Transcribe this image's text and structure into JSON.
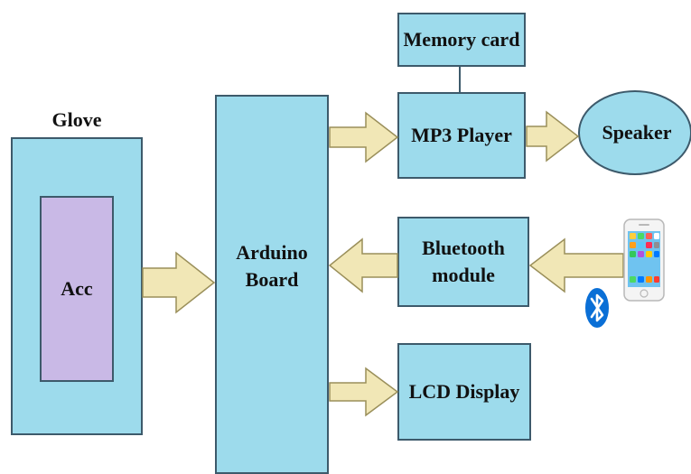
{
  "diagram": {
    "glove_label": "Glove",
    "acc_label": "Acc",
    "arduino_label_line1": "Arduino",
    "arduino_label_line2": "Board",
    "memory_card_label": "Memory card",
    "mp3_label": "MP3 Player",
    "speaker_label": "Speaker",
    "bluetooth_line1": "Bluetooth",
    "bluetooth_line2": "module",
    "lcd_label": "LCD Display"
  },
  "icons": {
    "phone": "smartphone-icon",
    "bluetooth": "bluetooth-icon"
  },
  "colors": {
    "box_fill": "#9ddbec",
    "acc_fill": "#c9b9e6",
    "arrow_fill": "#f1e7b6",
    "bluetooth_blue": "#0a6fd6"
  }
}
